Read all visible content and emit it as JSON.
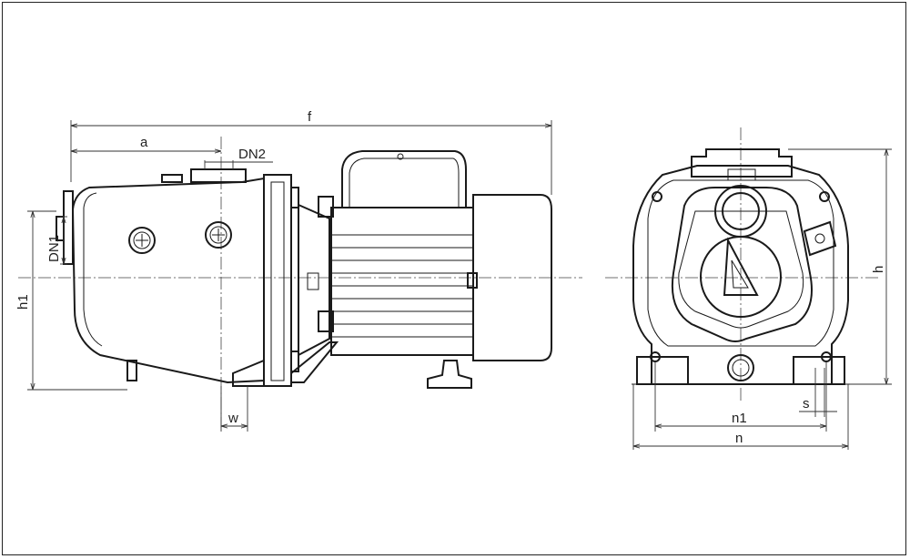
{
  "dimensions": {
    "f": "f",
    "a": "a",
    "dn2": "DN2",
    "dn1": "DN1",
    "h1": "h1",
    "w": "w",
    "h": "h",
    "n1": "n1",
    "n": "n",
    "s": "s"
  }
}
